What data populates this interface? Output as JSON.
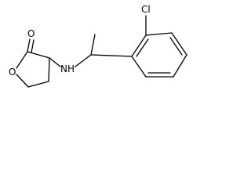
{
  "diagram": {
    "type": "skeletal-formula",
    "atoms": {
      "ring_oxygen": "O",
      "carbonyl_oxygen": "O",
      "amine": "NH",
      "chlorine": "Cl"
    },
    "colors": {
      "bond": "#000000",
      "label": "#000000",
      "background": "#ffffff"
    }
  }
}
